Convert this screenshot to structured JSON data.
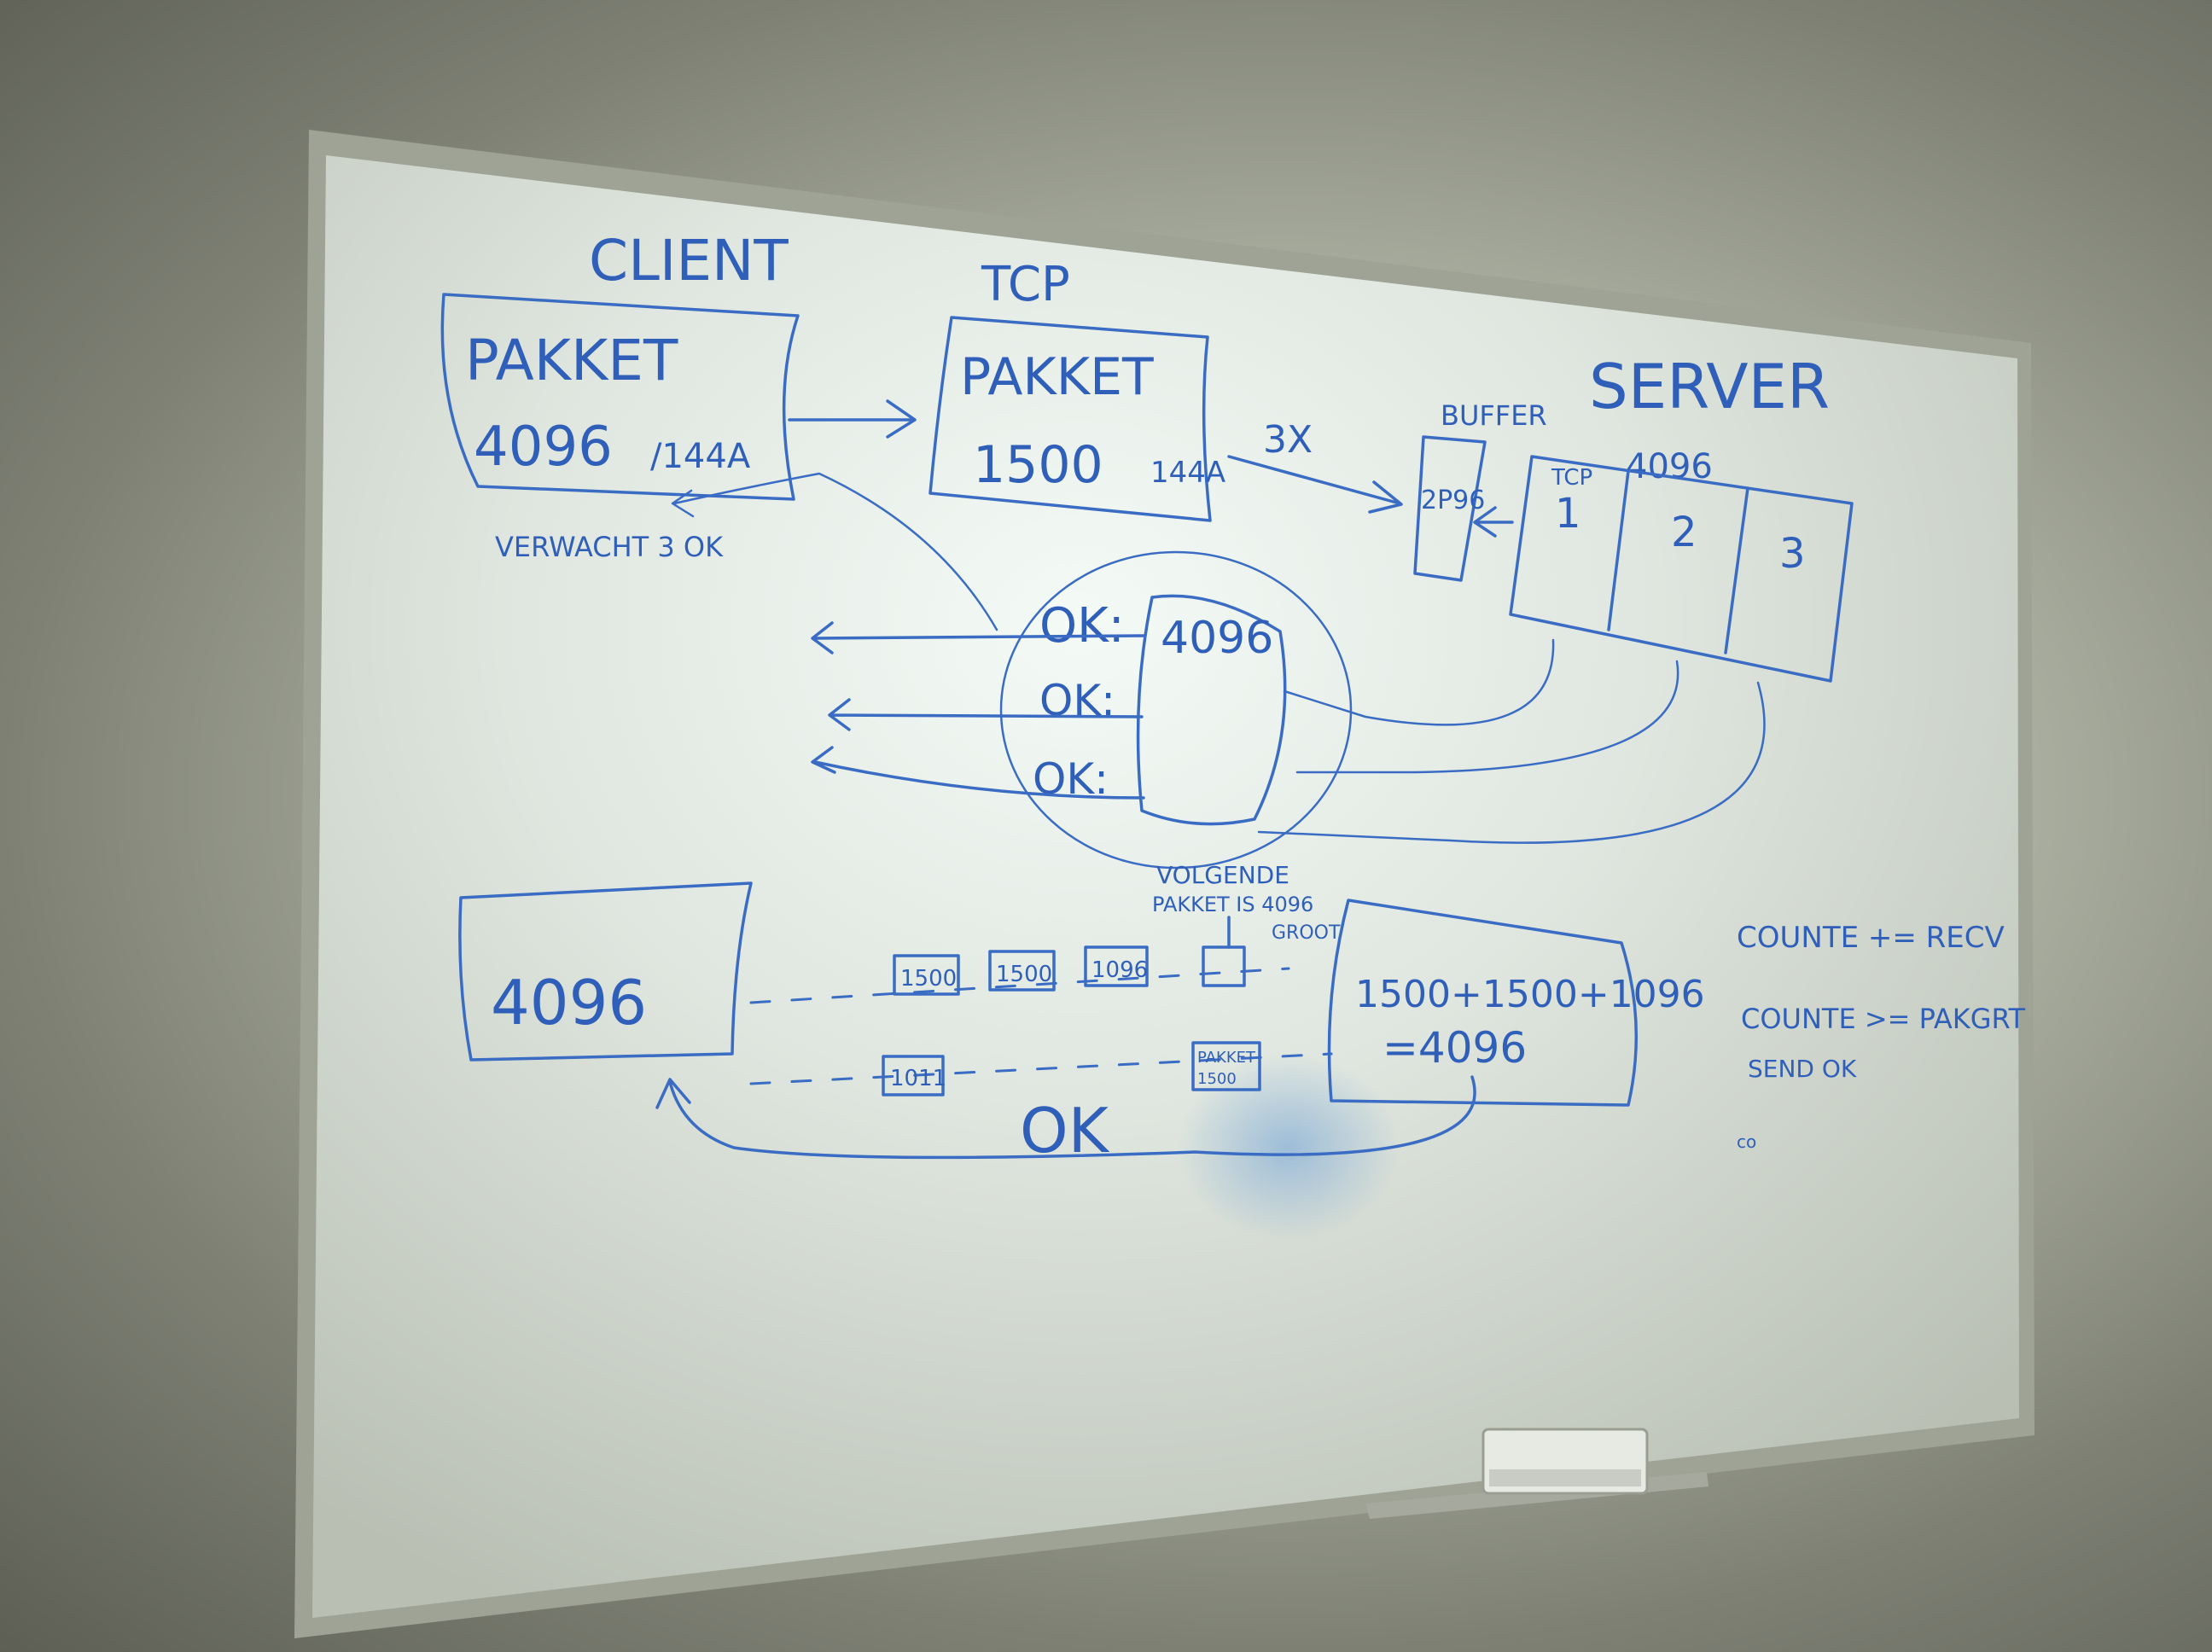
{
  "board": {
    "client_label": "CLIENT",
    "tcp_label": "TCP",
    "server_label": "SERVER",
    "buffer_label": "BUFFER",
    "client_packet": {
      "word": "PAKKET",
      "size": "4096",
      "suffix": "/144A"
    },
    "tcp_packet": {
      "word": "PAKKET",
      "size": "1500",
      "suffix": "144A"
    },
    "times_label": "3X",
    "buffer_value": "2P96",
    "server_size": "4096",
    "server_tcp": "TCP",
    "server_slots": [
      "1",
      "2",
      "3"
    ],
    "expect_note": "VERWACHT 3 OK",
    "ok_rows": [
      "OK:",
      "OK:",
      "OK:"
    ],
    "circle_value": "4096",
    "lower_client_value": "4096",
    "fragments_top": [
      "1500",
      "1500",
      "1096"
    ],
    "fragments_bottom": [
      "1011"
    ],
    "next_packet_note": [
      "VOLGENDE",
      "PAKKET IS 4096",
      "GROOT"
    ],
    "small_packet_box": [
      "PAKKET",
      "1500"
    ],
    "sum_line_1": "1500+1500+1096",
    "sum_line_2": "=4096",
    "ok_bottom": "OK",
    "code_notes": [
      "COUNTE += RECV",
      "COUNTE >= PAKGRT",
      "SEND OK",
      "co"
    ]
  }
}
